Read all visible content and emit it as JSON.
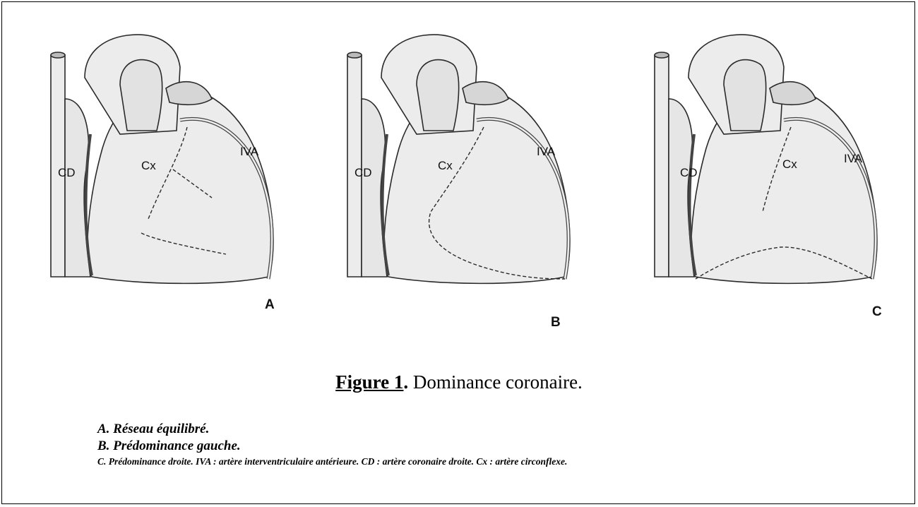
{
  "panels": [
    {
      "letter": "A",
      "cd": "CD",
      "cx": "Cx",
      "iva": "IVA"
    },
    {
      "letter": "B",
      "cd": "CD",
      "cx": "Cx",
      "iva": "IVA"
    },
    {
      "letter": "C",
      "cd": "CD",
      "cx": "Cx",
      "iva": "IVA"
    }
  ],
  "caption": {
    "label": "Figure 1",
    "dot": ".",
    "text": " Dominance coronaire."
  },
  "legend": {
    "line1": "A. Réseau équilibré.",
    "line2": "B. Prédominance gauche.",
    "line3": "C. Prédominance droite. IVA : artère interventriculaire antérieure. CD : artère coronaire droite. Cx : artère circonflexe."
  }
}
